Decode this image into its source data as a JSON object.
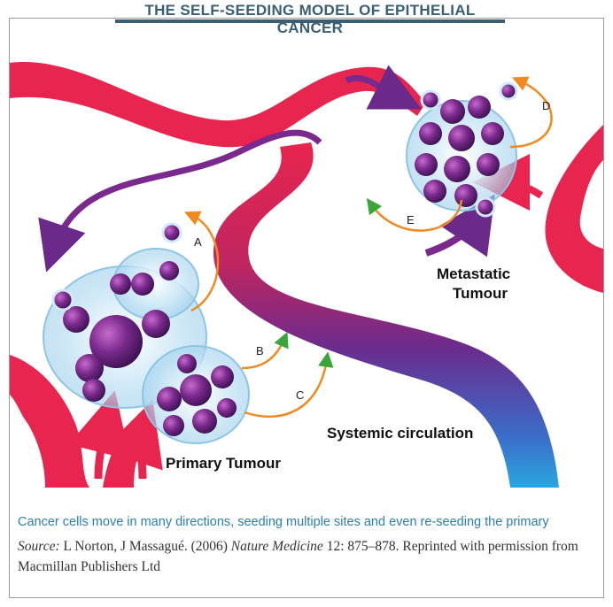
{
  "title": "THE SELF-SEEDING MODEL OF EPITHELIAL CANCER",
  "labels": {
    "a": "A",
    "b": "B",
    "c": "C",
    "d": "D",
    "e": "E",
    "metastatic_line1": "Metastatic",
    "metastatic_line2": "Tumour",
    "systemic": "Systemic circulation",
    "primary": "Primary Tumour"
  },
  "caption": "Cancer cells move in many directions, seeding multiple sites and even re-seeding the primary",
  "source": {
    "prefix": "Source:",
    "authors": " L Norton, J Massagué. (2006) ",
    "journal": "Nature Medicine",
    "rest": " 12: 875–878. Reprinted with permission from Macmillan Publishers Ltd"
  },
  "colors": {
    "title": "#3a5f73",
    "caption": "#2a7fb0",
    "vessel_red": "#e8254e",
    "vessel_purple": "#6b2a8a",
    "vessel_blue": "#2aa6e0"
  }
}
